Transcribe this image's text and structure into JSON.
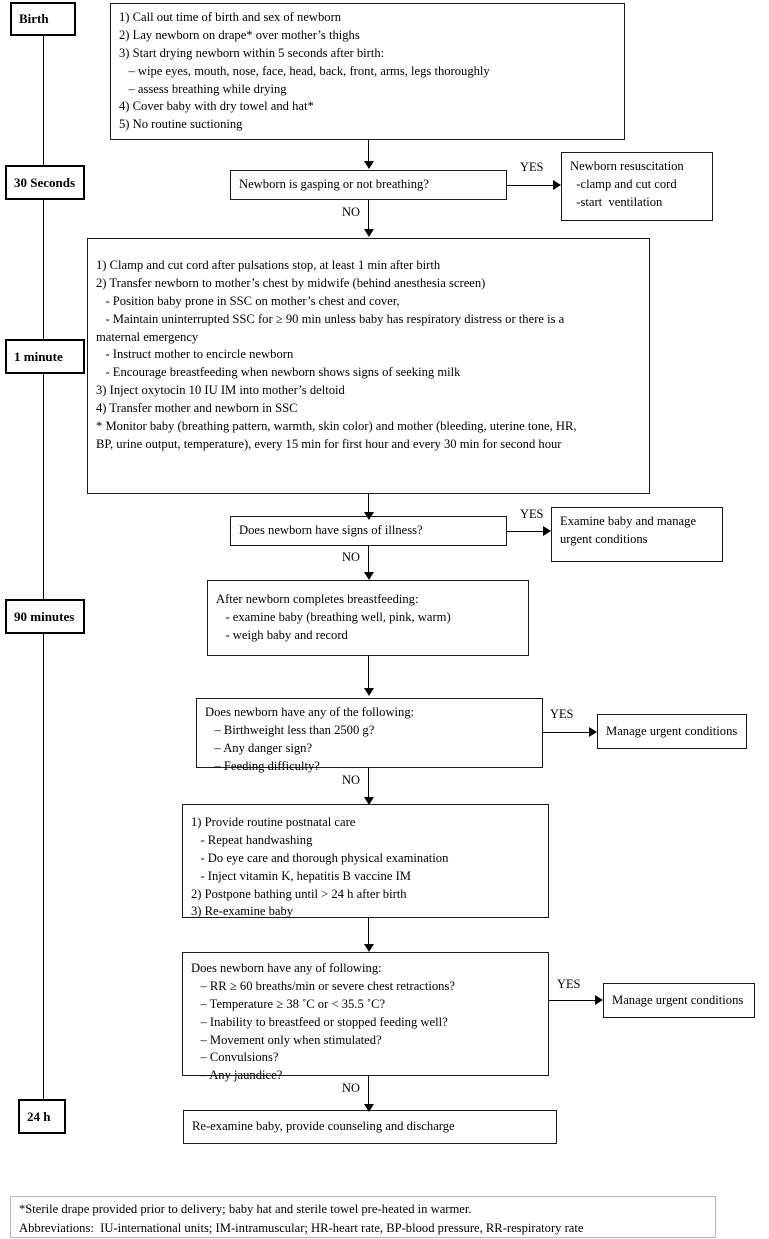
{
  "timeline": {
    "markers": [
      {
        "label": "Birth"
      },
      {
        "label": "30 Seconds"
      },
      {
        "label": "1 minute"
      },
      {
        "label": "90 minutes"
      },
      {
        "label": "24 h"
      }
    ]
  },
  "edge_labels": {
    "yes": "YES",
    "no": "NO"
  },
  "nodes": {
    "birth_actions": {
      "lines": [
        "1) Call out time of birth and sex of newborn",
        "2) Lay newborn on drape* over mother’s thighs",
        "3) Start drying newborn within 5 seconds after birth:",
        "   – wipe eyes, mouth, nose, face, head, back, front, arms, legs thoroughly",
        "   – assess breathing while drying",
        "4) Cover baby with dry towel and hat*",
        "5) No routine suctioning"
      ]
    },
    "gasping_decision": {
      "lines": [
        "Newborn is gasping or not breathing?"
      ]
    },
    "resuscitation": {
      "lines": [
        "Newborn resuscitation",
        "  -clamp and cut cord",
        "  -start  ventilation"
      ]
    },
    "one_minute_actions": {
      "lines": [
        "1) Clamp and cut cord after pulsations stop, at least 1 min after birth",
        "2) Transfer newborn to mother’s chest by midwife (behind anesthesia screen)",
        "   - Position baby prone in SSC on mother’s chest and cover,",
        "   - Maintain uninterrupted SSC for ≥ 90 min unless baby has respiratory distress or there is a",
        "maternal emergency",
        "   - Instruct mother to encircle newborn",
        "   - Encourage breastfeeding when newborn shows signs of seeking milk",
        "3) Inject oxytocin 10 IU IM into mother’s deltoid",
        "4) Transfer mother and newborn in SSC",
        "* Monitor baby (breathing pattern, warmth, skin color) and mother (bleeding, uterine tone, HR,",
        "BP, urine output, temperature), every 15 min for first hour and every 30 min for second hour"
      ]
    },
    "illness_decision": {
      "lines": [
        "Does newborn have signs of illness?"
      ]
    },
    "examine_urgent": {
      "lines": [
        "Examine baby and manage",
        "urgent conditions"
      ]
    },
    "after_breastfeeding": {
      "lines": [
        "After newborn completes breastfeeding:",
        "   - examine baby (breathing well, pink, warm)",
        "   - weigh baby and record"
      ]
    },
    "risk_decision": {
      "lines": [
        "Does newborn have any of the following:",
        "   – Birthweight less than 2500 g?",
        "   – Any danger sign?",
        "   – Feeding difficulty?"
      ]
    },
    "manage_urgent_1": {
      "lines": [
        "Manage urgent conditions"
      ]
    },
    "postnatal_care": {
      "lines": [
        "1) Provide routine postnatal care",
        "   - Repeat handwashing",
        "   - Do eye care and thorough physical examination",
        "   - Inject vitamin K, hepatitis B vaccine IM",
        "2) Postpone bathing until > 24 h after birth",
        "3) Re-examine baby"
      ]
    },
    "danger_decision": {
      "lines": [
        "Does newborn have any of following:",
        "   – RR ≥ 60 breaths/min or severe chest retractions?",
        "   – Temperature ≥ 38 ˚C or < 35.5 ˚C?",
        "   – Inability to breastfeed or stopped feeding well?",
        "   – Movement only when stimulated?",
        "   – Convulsions?",
        "   – Any jaundice?"
      ]
    },
    "manage_urgent_2": {
      "lines": [
        "Manage urgent conditions"
      ]
    },
    "discharge": {
      "lines": [
        "Re-examine baby, provide counseling and discharge"
      ]
    }
  },
  "footnote": {
    "lines": [
      "*Sterile drape provided prior to delivery; baby hat and sterile towel pre-heated in warmer.",
      "Abbreviations:  IU-international units; IM-intramuscular; HR-heart rate, BP-blood pressure, RR-respiratory rate"
    ]
  }
}
